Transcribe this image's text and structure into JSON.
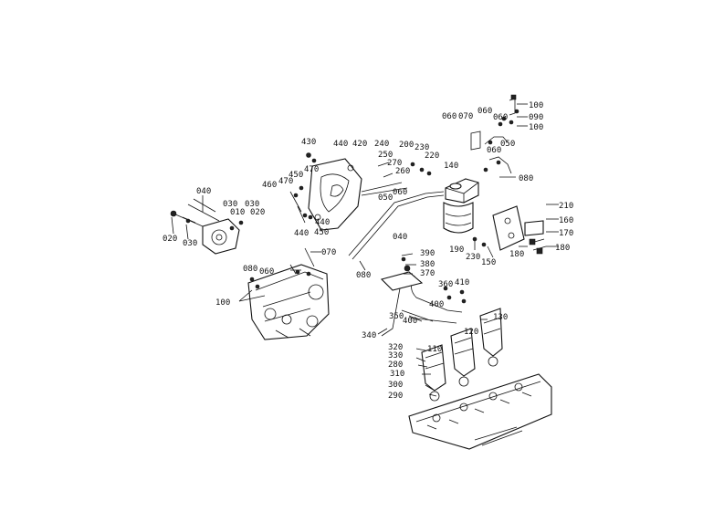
{
  "diagram": {
    "labels": {
      "l100a": "100",
      "l090": "090",
      "l100b": "100",
      "l060a": "060",
      "l070a": "070",
      "l060b": "060",
      "l060c": "060",
      "l050a": "050",
      "l060d": "060",
      "l080a": "080",
      "l430": "430",
      "l440a": "440",
      "l420": "420",
      "l240": "240",
      "l250": "250",
      "l270": "270",
      "l260": "260",
      "l200": "200",
      "l230a": "230",
      "l220": "220",
      "l140": "140",
      "l470a": "470",
      "l450a": "450",
      "l460": "460",
      "l470b": "470",
      "l040a": "040",
      "l030a": "030",
      "l010": "010",
      "l030b": "030",
      "l020a": "020",
      "l020b": "020",
      "l030c": "030",
      "l440b": "440",
      "l450b": "450",
      "l050b": "050",
      "l060e": "060",
      "l040b": "040",
      "l210": "210",
      "l160": "160",
      "l170": "170",
      "l180a": "180",
      "l180b": "180",
      "l190": "190",
      "l230b": "230",
      "l150": "150",
      "l070b": "070",
      "l080b": "080",
      "l060f": "060",
      "l100c": "100",
      "l080c": "080",
      "l390": "390",
      "l380": "380",
      "l370": "370",
      "l360": "360",
      "l410": "410",
      "l400a": "400",
      "l130": "130",
      "l350": "350",
      "l400b": "400",
      "l120": "120",
      "l340": "340",
      "l110": "110",
      "l320": "320",
      "l330": "330",
      "l280": "280",
      "l310": "310",
      "l300": "300",
      "l290": "290"
    }
  }
}
